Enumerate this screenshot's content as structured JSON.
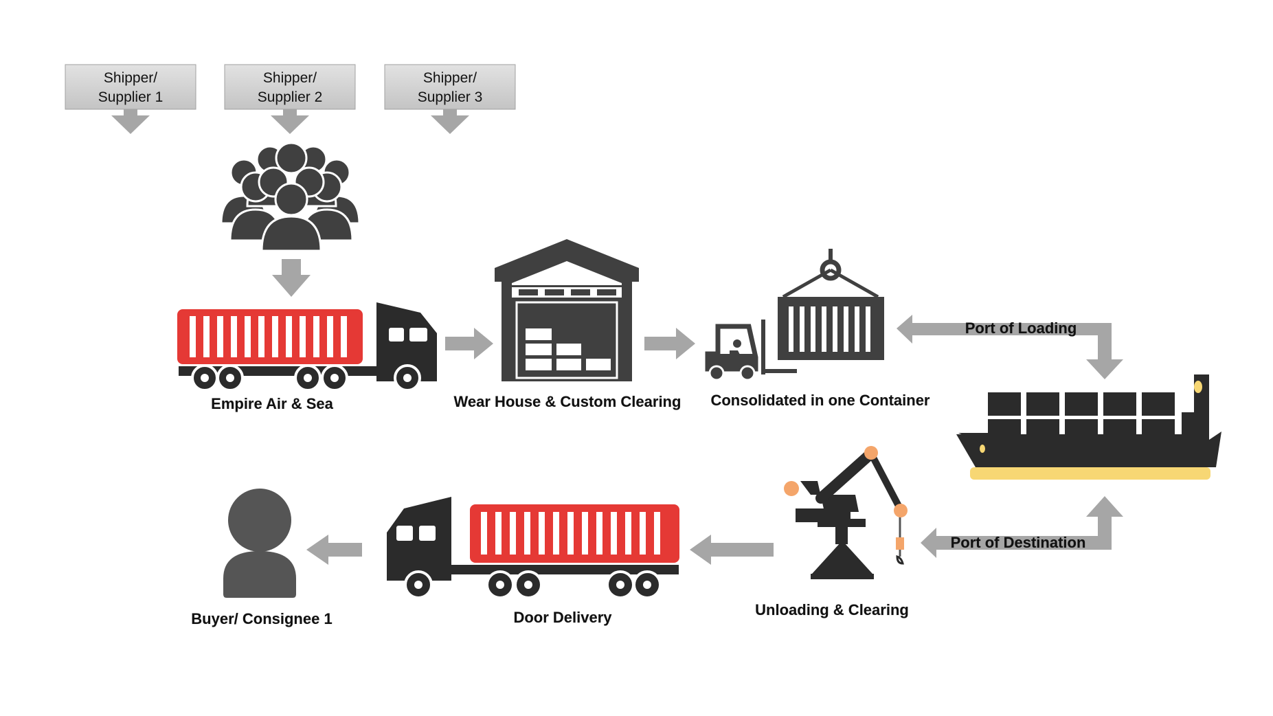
{
  "shippers": [
    {
      "line1": "Shipper/",
      "line2": "Supplier 1"
    },
    {
      "line1": "Shipper/",
      "line2": "Supplier 2"
    },
    {
      "line1": "Shipper/",
      "line2": "Supplier 3"
    }
  ],
  "labels": {
    "empire": "Empire Air & Sea",
    "warehouse": "Wear House & Custom Clearing",
    "consolidated": "Consolidated in one Container",
    "port_loading": "Port of Loading",
    "port_destination": "Port of Destination",
    "unloading": "Unloading & Clearing",
    "door_delivery": "Door Delivery",
    "buyer": "Buyer/ Consignee 1"
  },
  "colors": {
    "arrow": "#a6a6a6",
    "box": "#d0d0d0",
    "icon": "#404040",
    "container_red": "#e53935",
    "ship_yellow": "#f7d774",
    "crane_orange": "#f4a56a"
  },
  "icons": [
    "people-group-icon",
    "truck-icon",
    "warehouse-icon",
    "forklift-icon",
    "container-icon",
    "ship-icon",
    "crane-icon",
    "person-icon"
  ]
}
